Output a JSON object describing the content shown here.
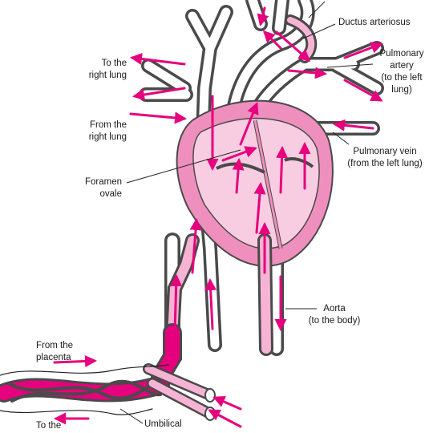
{
  "labels": {
    "ductus_arteriosus": "Ductus arteriosus",
    "pulmonary_artery": [
      "Pulmonary",
      "artery",
      "(to the left",
      "lung)"
    ],
    "to_right_lung": [
      "To the",
      "right lung"
    ],
    "from_right_lung": [
      "From the",
      "right lung"
    ],
    "pulmonary_vein": [
      "Pulmonary vein",
      "(from the left lung)"
    ],
    "foramen_ovale": [
      "Foramen",
      "ovale"
    ],
    "aorta": [
      "Aorta",
      "(to the body)"
    ],
    "from_placenta": [
      "From the",
      "placenta"
    ],
    "to_the": "To the",
    "umbilical": "Umbilical"
  },
  "colors": {
    "vessel_outline": "#4a4a4a",
    "vessel_fill": "#9c9c9c",
    "heart_fill": "#ef8fbd",
    "heart_inner": "#f8cde2",
    "arrow": "#e6007e",
    "cord": "#e6007e",
    "cord_light": "#f39ac6",
    "leader": "#222222"
  }
}
